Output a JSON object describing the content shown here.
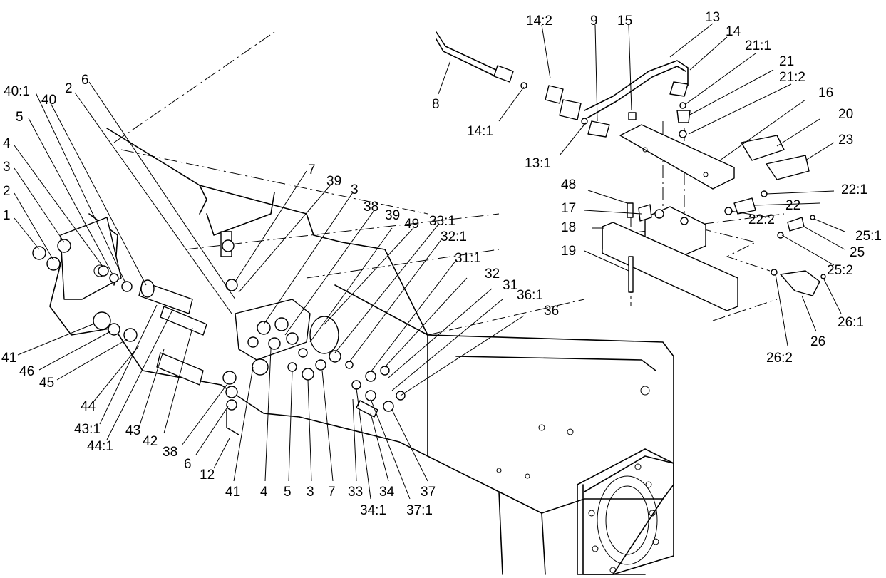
{
  "callouts": [
    {
      "id": "c-1",
      "text": "1"
    },
    {
      "id": "c-2a",
      "text": "2"
    },
    {
      "id": "c-3a",
      "text": "3"
    },
    {
      "id": "c-4a",
      "text": "4"
    },
    {
      "id": "c-5a",
      "text": "5"
    },
    {
      "id": "c-40-1",
      "text": "40:1"
    },
    {
      "id": "c-40",
      "text": "40"
    },
    {
      "id": "c-2b",
      "text": "2"
    },
    {
      "id": "c-6a",
      "text": "6"
    },
    {
      "id": "c-7a",
      "text": "7"
    },
    {
      "id": "c-39a",
      "text": "39"
    },
    {
      "id": "c-3b",
      "text": "3"
    },
    {
      "id": "c-38a",
      "text": "38"
    },
    {
      "id": "c-39b",
      "text": "39"
    },
    {
      "id": "c-49",
      "text": "49"
    },
    {
      "id": "c-33-1",
      "text": "33:1"
    },
    {
      "id": "c-32-1",
      "text": "32:1"
    },
    {
      "id": "c-31-1",
      "text": "31:1"
    },
    {
      "id": "c-32",
      "text": "32"
    },
    {
      "id": "c-31",
      "text": "31"
    },
    {
      "id": "c-36-1",
      "text": "36:1"
    },
    {
      "id": "c-36",
      "text": "36"
    },
    {
      "id": "c-41a",
      "text": "41"
    },
    {
      "id": "c-46",
      "text": "46"
    },
    {
      "id": "c-45",
      "text": "45"
    },
    {
      "id": "c-44",
      "text": "44"
    },
    {
      "id": "c-43-1",
      "text": "43:1"
    },
    {
      "id": "c-44-1",
      "text": "44:1"
    },
    {
      "id": "c-43",
      "text": "43"
    },
    {
      "id": "c-42",
      "text": "42"
    },
    {
      "id": "c-38b",
      "text": "38"
    },
    {
      "id": "c-6b",
      "text": "6"
    },
    {
      "id": "c-12",
      "text": "12"
    },
    {
      "id": "c-41b",
      "text": "41"
    },
    {
      "id": "c-4b",
      "text": "4"
    },
    {
      "id": "c-5b",
      "text": "5"
    },
    {
      "id": "c-3c",
      "text": "3"
    },
    {
      "id": "c-7b",
      "text": "7"
    },
    {
      "id": "c-33",
      "text": "33"
    },
    {
      "id": "c-34",
      "text": "34"
    },
    {
      "id": "c-34-1",
      "text": "34:1"
    },
    {
      "id": "c-37",
      "text": "37"
    },
    {
      "id": "c-37-1",
      "text": "37:1"
    },
    {
      "id": "c-8",
      "text": "8"
    },
    {
      "id": "c-14-2",
      "text": "14:2"
    },
    {
      "id": "c-9",
      "text": "9"
    },
    {
      "id": "c-15",
      "text": "15"
    },
    {
      "id": "c-13",
      "text": "13"
    },
    {
      "id": "c-14",
      "text": "14"
    },
    {
      "id": "c-21-1",
      "text": "21:1"
    },
    {
      "id": "c-21",
      "text": "21"
    },
    {
      "id": "c-21-2",
      "text": "21:2"
    },
    {
      "id": "c-16",
      "text": "16"
    },
    {
      "id": "c-20",
      "text": "20"
    },
    {
      "id": "c-23",
      "text": "23"
    },
    {
      "id": "c-14-1",
      "text": "14:1"
    },
    {
      "id": "c-13-1",
      "text": "13:1"
    },
    {
      "id": "c-48",
      "text": "48"
    },
    {
      "id": "c-17",
      "text": "17"
    },
    {
      "id": "c-18",
      "text": "18"
    },
    {
      "id": "c-19",
      "text": "19"
    },
    {
      "id": "c-22-1",
      "text": "22:1"
    },
    {
      "id": "c-22",
      "text": "22"
    },
    {
      "id": "c-22-2",
      "text": "22:2"
    },
    {
      "id": "c-25-1",
      "text": "25:1"
    },
    {
      "id": "c-25",
      "text": "25"
    },
    {
      "id": "c-25-2",
      "text": "25:2"
    },
    {
      "id": "c-26-1",
      "text": "26:1"
    },
    {
      "id": "c-26",
      "text": "26"
    },
    {
      "id": "c-26-2",
      "text": "26:2"
    }
  ]
}
